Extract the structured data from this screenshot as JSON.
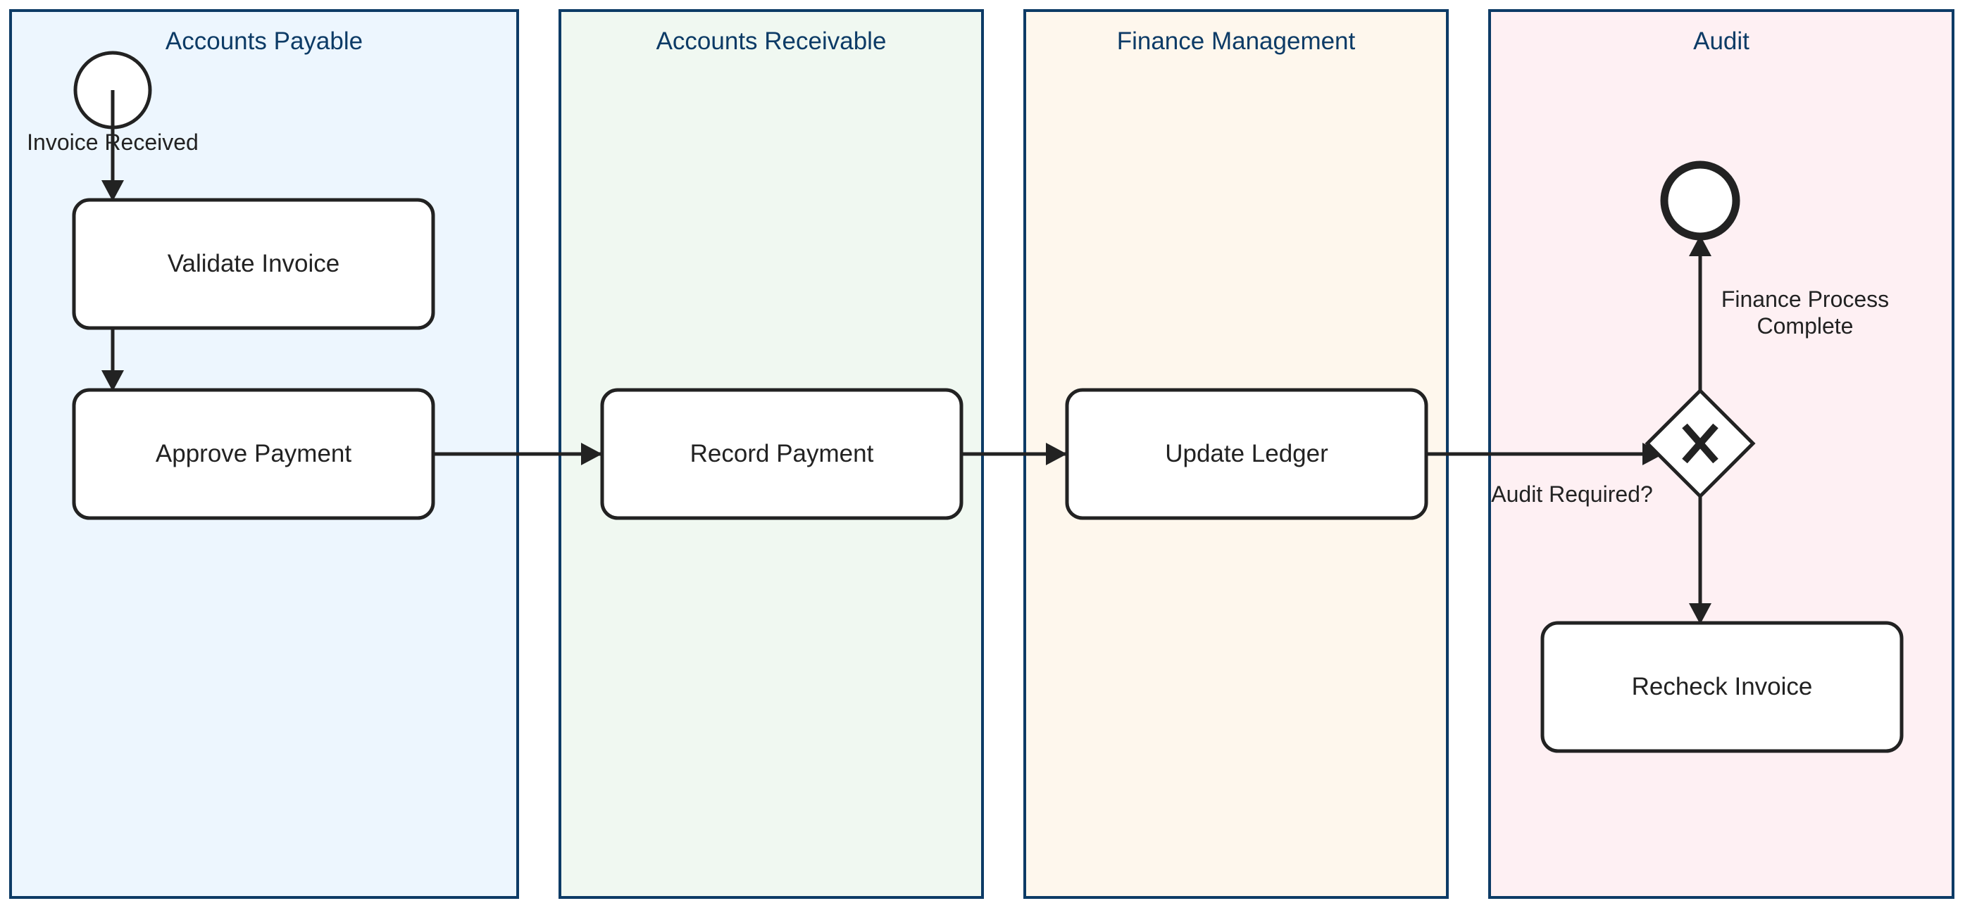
{
  "colors": {
    "lane_border": "#0d3b66",
    "lane_title": "#0d3b66",
    "stroke": "#222222",
    "lanes": [
      "#edf6fe",
      "#f0f8f1",
      "#fef7ed",
      "#fef0f3"
    ]
  },
  "lanes": [
    {
      "title": "Accounts Payable"
    },
    {
      "title": "Accounts Receivable"
    },
    {
      "title": "Finance Management"
    },
    {
      "title": "Audit"
    }
  ],
  "tasks": {
    "validate": "Validate Invoice",
    "approve": "Approve Payment",
    "record": "Record Payment",
    "ledger": "Update Ledger",
    "recheck": "Recheck Invoice"
  },
  "events": {
    "start_label": "Invoice Received",
    "end_label_line1": "Finance Process",
    "end_label_line2": "Complete"
  },
  "gateway": {
    "type": "exclusive",
    "label": "Audit Required?"
  }
}
